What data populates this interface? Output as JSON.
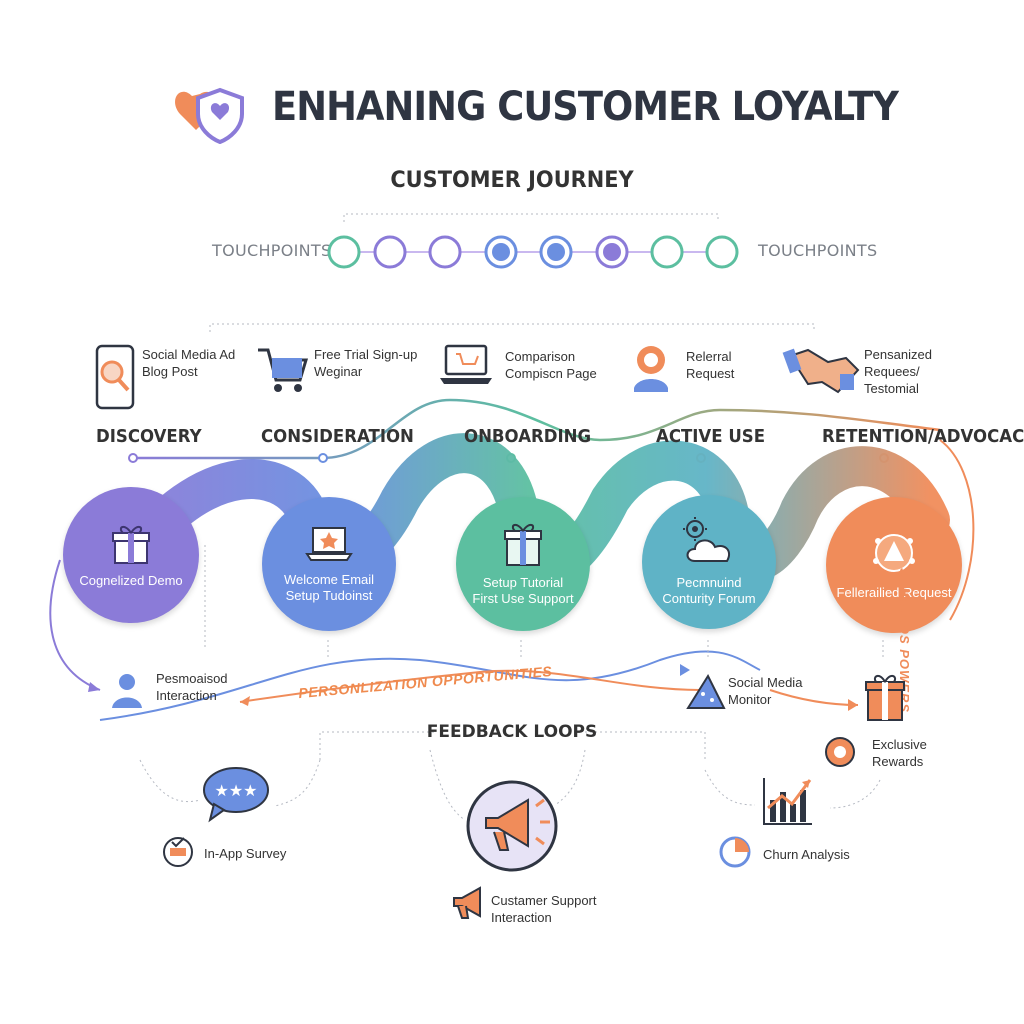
{
  "title": "ENHANING CUSTOMER LOYALTY",
  "subtitle": "CUSTOMER JOURNEY",
  "touchpoints_left": "TOUCHPOINTS",
  "touchpoints_right": "TOUCHPOINTS",
  "stages": [
    "DISCOVERY",
    "CONSIDERATION",
    "ONBOARDING",
    "ACTIVE USE",
    "RETENTION/ADVOCACY"
  ],
  "touchpoints": [
    {
      "text": "Social Media Ad\nBlog Post",
      "icon": "phone-search-icon"
    },
    {
      "text": "Free Trial Sign-up\nWeginar",
      "icon": "cart-icon"
    },
    {
      "text": "Comparison\nCompiscn Page",
      "icon": "laptop-cart-icon"
    },
    {
      "text": "Relerral\nRequest",
      "icon": "location-person-icon"
    },
    {
      "text": "Pensanized\nRequees/\nTestomial",
      "icon": "handshake-icon"
    }
  ],
  "circles": [
    {
      "text": "Cognelized Demo",
      "color": "#8b7bd8",
      "icon": "gift-icon"
    },
    {
      "text": "Welcome Email\nSetup Tudoinst",
      "color": "#6b8fe0",
      "icon": "laptop-star-icon"
    },
    {
      "text": "Setup Tutorial\nFirst Use Support",
      "color": "#5cbfa0",
      "icon": "gift-box-icon"
    },
    {
      "text": "Pecmnuind\nConturity Forum",
      "color": "#5fb3c6",
      "icon": "cloud-gear-icon"
    },
    {
      "text": "Fellerailied Request",
      "color": "#f08c5a",
      "icon": "alert-badge-icon"
    }
  ],
  "side_banner": "SEHOAIOS POWERS",
  "personalization_banner": "PERSONLIZATION OPPORTUNITIES",
  "personalised_interaction": "Pesmoaisod\nInteraction",
  "social_media_monitor": "Social Media\nMonitor",
  "exclusive_rewards": "Exclusive\nRewards",
  "feedback_loops": "FEEDBACK LOOPS",
  "in_app_survey": "In-App Survey",
  "churn_analysis": "Churn Analysis",
  "customer_support": "Custamer Support\nInteraction",
  "colors": {
    "purple": "#8b7bd8",
    "blue": "#6b8fe0",
    "green": "#5cbfa0",
    "teal": "#5fb3c6",
    "orange": "#f08c5a",
    "dark": "#2f3542"
  }
}
